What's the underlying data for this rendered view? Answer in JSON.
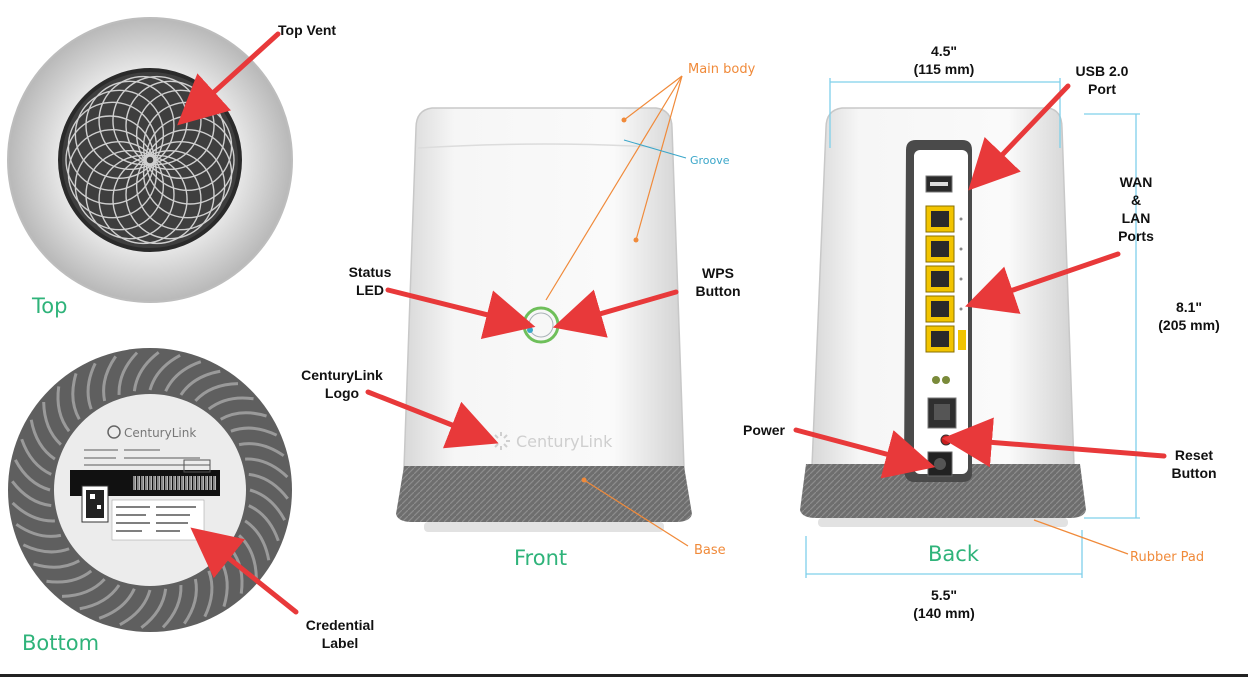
{
  "views": {
    "top": "Top",
    "bottom": "Bottom",
    "front": "Front",
    "back": "Back"
  },
  "callouts": {
    "top_vent": "Top Vent",
    "status_led": "Status\nLED",
    "wps_button": "WPS\nButton",
    "centurylink_logo": "CenturyLink\nLogo",
    "credential_label": "Credential\nLabel",
    "usb_port": "USB 2.0\nPort",
    "wan_lan_ports": "WAN\n&\nLAN\nPorts",
    "power": "Power",
    "reset_button": "Reset\nButton"
  },
  "parts": {
    "main_body": "Main body",
    "groove": "Groove",
    "base": "Base",
    "rubber_pad": "Rubber Pad"
  },
  "dimensions": {
    "top_width": "4.5\"\n(115 mm)",
    "height": "8.1\"\n(205 mm)",
    "base_width": "5.5\"\n(140 mm)"
  },
  "device": {
    "logo_text": "CenturyLink",
    "bottom_brand": "CenturyLink"
  },
  "colors": {
    "arrow": "#e8393a",
    "part_label": "#f08a3a",
    "dimension_line": "#7fd0ea",
    "view_label": "#2fb37a",
    "port_yellow": "#f2c400"
  }
}
